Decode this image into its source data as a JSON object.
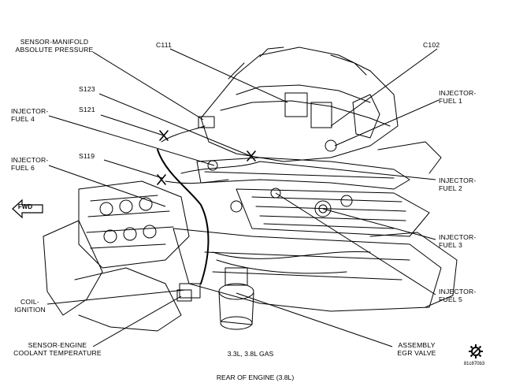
{
  "labels": {
    "sensor_map": "SENSOR-MANIFOLD\nABSOLUTE PRESSURE",
    "c111": "C111",
    "c102": "C102",
    "s123": "S123",
    "s121": "S121",
    "s119": "S119",
    "injector_fuel_4": "INJECTOR-\nFUEL 4",
    "injector_fuel_6": "INJECTOR-\nFUEL 6",
    "injector_fuel_1": "INJECTOR-\nFUEL 1",
    "injector_fuel_2": "INJECTOR-\nFUEL 2",
    "injector_fuel_3": "INJECTOR-\nFUEL 3",
    "injector_fuel_5": "INJECTOR-\nFUEL 5",
    "coil_ignition": "COIL-\nIGNITION",
    "sensor_ect": "SENSOR-ENGINE\nCOOLANT TEMPERATURE",
    "egr_valve": "ASSEMBLY\nEGR VALVE",
    "fwd": "FWD"
  },
  "subtitle": "3.3L, 3.8L GAS",
  "caption": "REAR OF ENGINE (3.8L)",
  "figure_code": "81c870b3",
  "icons": {
    "forward_arrow": "fwd-arrow-icon",
    "service_gear": "gear-icon"
  },
  "colors": {
    "line": "#000000",
    "background": "#ffffff"
  }
}
